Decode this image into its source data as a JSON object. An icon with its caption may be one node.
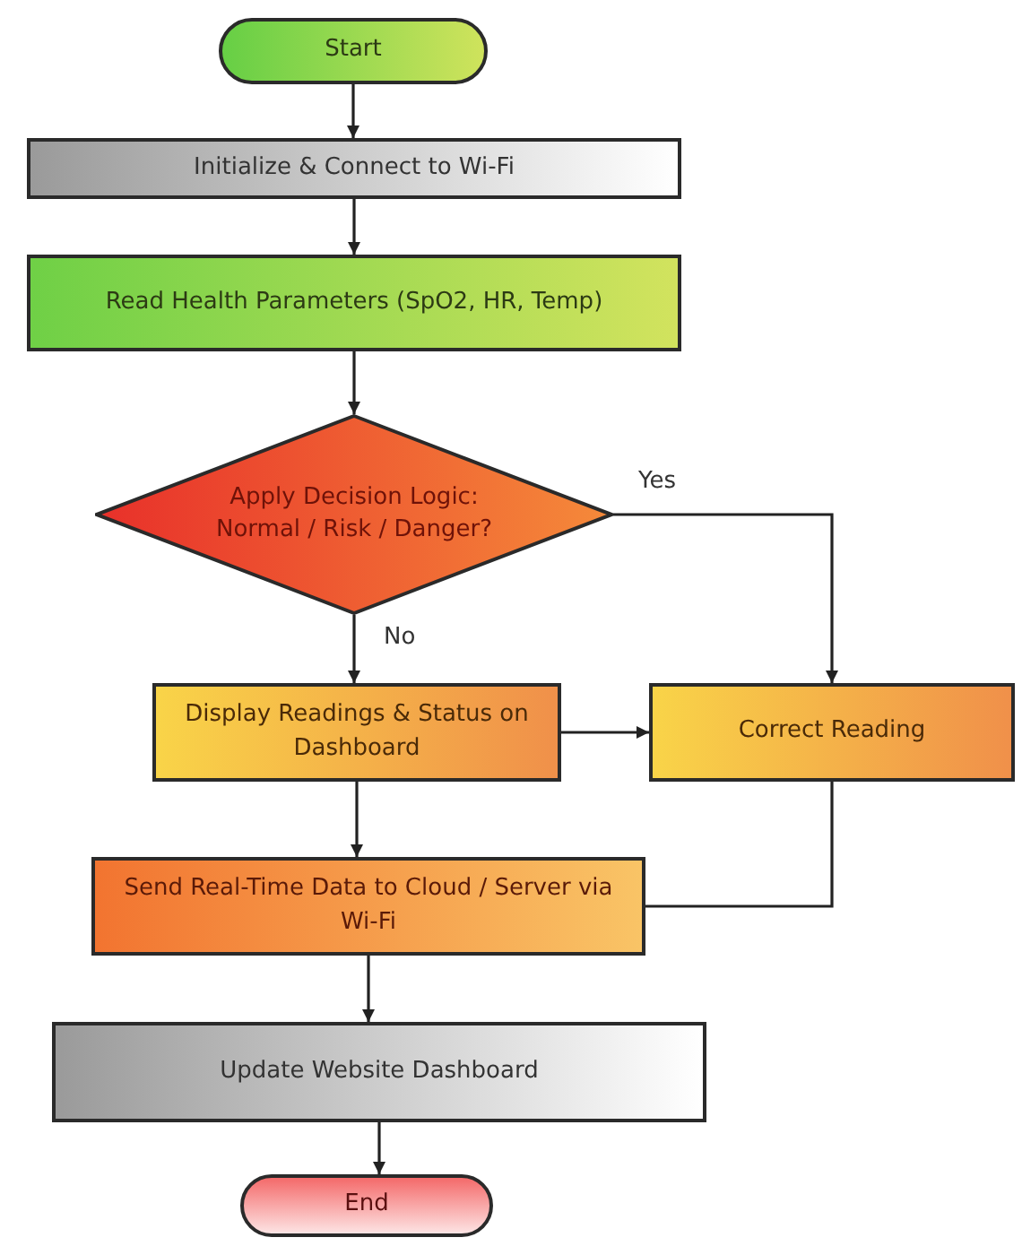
{
  "diagram": {
    "nodes": [
      {
        "text": [
          "Start"
        ]
      },
      {
        "text": [
          "Initialize & Connect to Wi-Fi"
        ]
      },
      {
        "text": [
          "Read Health Parameters (SpO2, HR, Temp)"
        ]
      },
      {
        "text": [
          "Apply Decision Logic: Normal / Risk / Danger?"
        ]
      },
      {
        "text": [
          "Display Readings & Status on Dashboard"
        ]
      },
      {
        "text": [
          "Correct Reading"
        ]
      },
      {
        "text": [
          "Send Real-Time Data to Cloud / Server via Wi-Fi"
        ]
      },
      {
        "text": [
          "Update Website Dashboard"
        ]
      },
      {
        "text": [
          "End"
        ]
      }
    ],
    "edges": [
      {
        "from": 0,
        "to": 1,
        "arrow": "to"
      },
      {
        "from": 1,
        "to": 2,
        "arrow": "to"
      },
      {
        "from": 2,
        "to": 3,
        "arrow": "to"
      },
      {
        "from": 3,
        "to": 4,
        "arrow": "to",
        "label": "No"
      },
      {
        "from": 3,
        "to": 5,
        "arrow": "to",
        "label": "Yes"
      },
      {
        "from": 4,
        "to": 5,
        "arrow": "to"
      },
      {
        "from": 4,
        "to": 6,
        "arrow": "to"
      },
      {
        "from": 5,
        "to": 6,
        "arrow": "none"
      },
      {
        "from": 6,
        "to": 7,
        "arrow": "to"
      },
      {
        "from": 7,
        "to": 8,
        "arrow": "to"
      }
    ]
  }
}
